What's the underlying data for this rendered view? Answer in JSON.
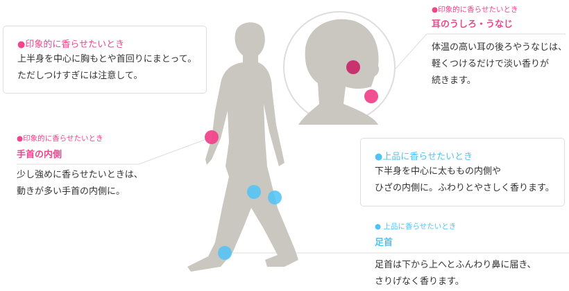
{
  "colors": {
    "pink": "#f0468c",
    "blue": "#4fc3f7",
    "silhouette": "#c9c7c0"
  },
  "chest": {
    "label": "●印象的に香らせたいとき",
    "lines": [
      "上半身を中心に胸もとや首回りにまとって。",
      "ただしつけすぎには注意して。"
    ]
  },
  "wrist": {
    "label": "●印象的に香らせたいとき",
    "title": "手首の内側",
    "lines": [
      "少し強めに香らせたいときは、",
      "動きが多い手首の内側に。"
    ]
  },
  "neck": {
    "label": "●印象的に香らせたいとき",
    "title": "耳のうしろ・うなじ",
    "lines": [
      "体温の高い耳の後ろやうなじは、",
      "軽くつけるだけで淡い香りが",
      "続きます。"
    ]
  },
  "legs": {
    "label": "●上品に香らせたいとき",
    "lines": [
      "下半身を中心に太ももの内側や",
      "ひざの内側に。ふわりとやさしく香ります。"
    ]
  },
  "ankle": {
    "label": "● 上品に香らせたいとき",
    "title": "足首",
    "lines": [
      "足首は下から上へとふんわり鼻に届き、",
      "さりげなく香ります。"
    ]
  }
}
